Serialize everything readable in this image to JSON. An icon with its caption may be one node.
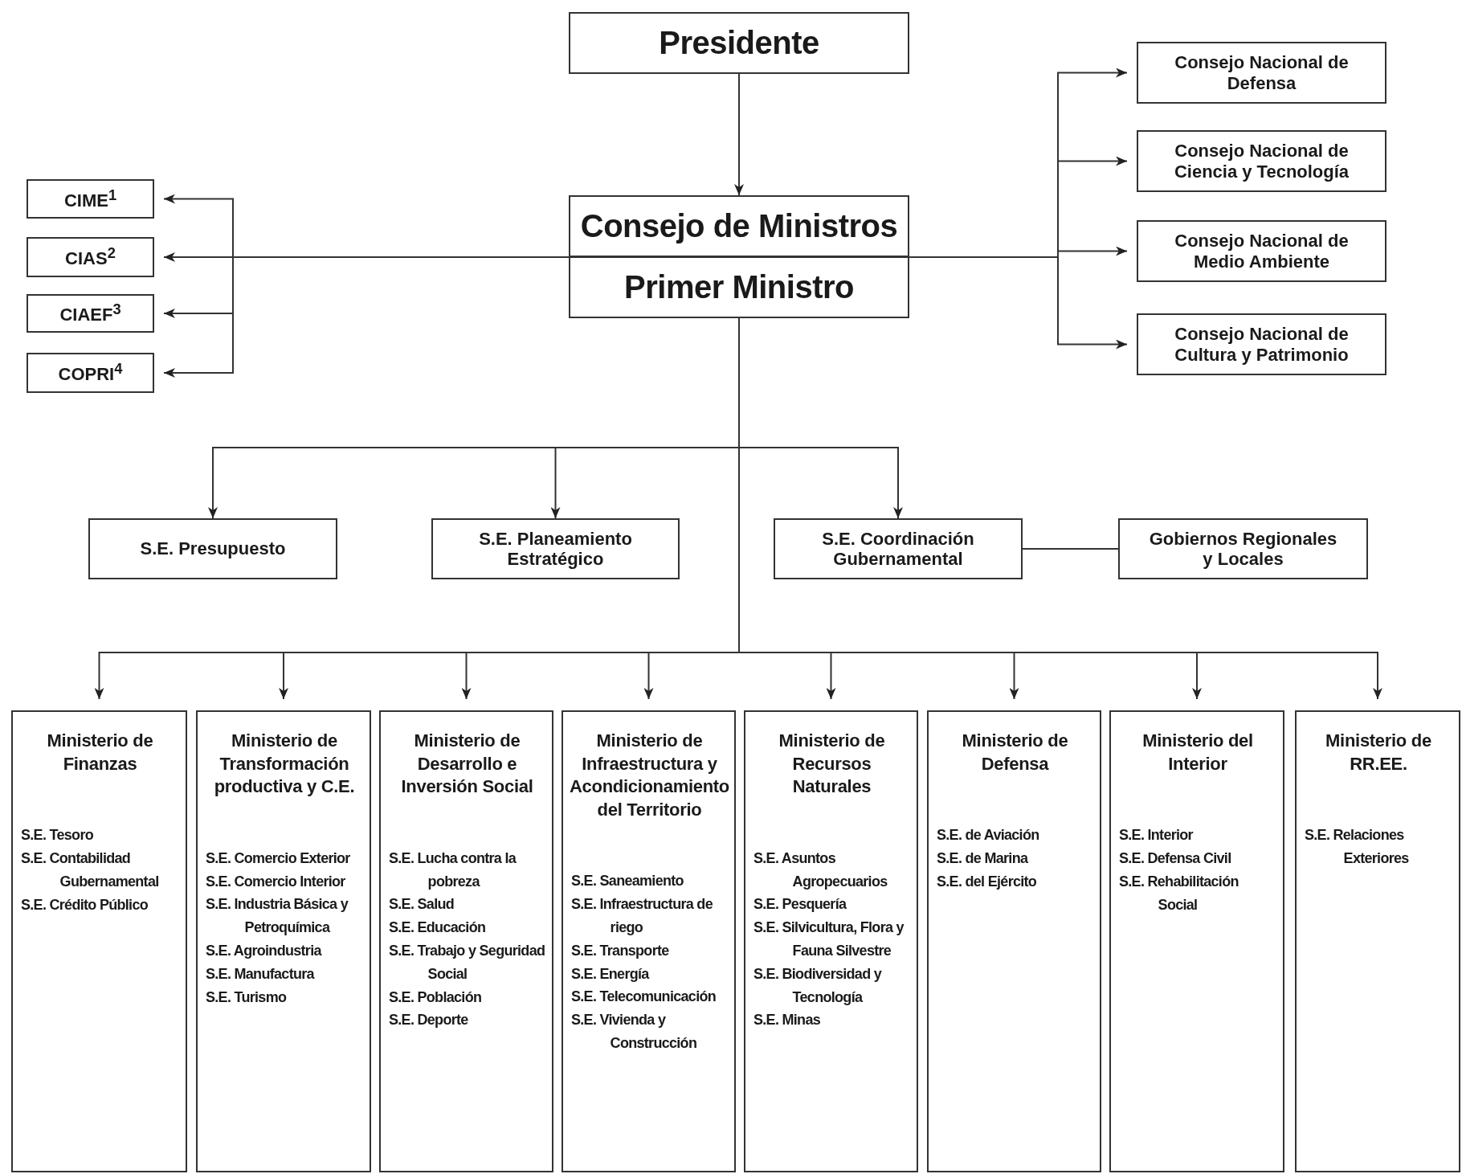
{
  "diagram": {
    "nodes": [
      {
        "text": [
          "Presidente"
        ]
      },
      {
        "text": [
          "Consejo de Ministros"
        ]
      },
      {
        "text": [
          "Primer Ministro"
        ]
      },
      {
        "text": [
          "CIME$^{1}$"
        ]
      },
      {
        "text": [
          "CIAS$^{2}$"
        ]
      },
      {
        "text": [
          "CIAEF$^{3}$"
        ]
      },
      {
        "text": [
          "COPRI$^{4}$"
        ]
      },
      {
        "text": [
          "Consejo Nacional de Defensa"
        ]
      },
      {
        "text": [
          "Consejo Nacional de Ciencia y Tecnología"
        ]
      },
      {
        "text": [
          "Consejo Nacional de Medio Ambiente"
        ]
      },
      {
        "text": [
          "Consejo Nacional de Cultura y Patrimonio"
        ]
      },
      {
        "text": [
          "S.E. Presupuesto"
        ]
      },
      {
        "text": [
          "S.E. Planeamiento Estratégico"
        ]
      },
      {
        "text": [
          "S.E. Coordinación Gubernamental"
        ]
      },
      {
        "text": [
          "Gobiernos Regionales y Locales"
        ]
      },
      {
        "text": [
          "Ministerio de Finanzas",
          "S.E. Tesoro",
          "S.E. Contabilidad Gubernamental",
          "S.E. Crédito Público"
        ]
      },
      {
        "text": [
          "Ministerio de Transformación productiva y C.E.",
          "S.E. Comercio Exterior",
          "S.E. Comercio Interior",
          "S.E. Industria Básica y Petroquímica",
          "S.E. Agroindustria",
          "S.E. Manufactura",
          "S.E. Turismo"
        ]
      },
      {
        "text": [
          "Ministerio de Desarrollo e Inversión Social",
          "S.E. Lucha contra la pobreza",
          "S.E. Salud",
          "S.E. Educación",
          "S.E. Trabajo y Seguridad Social",
          "S.E. Población",
          "S.E. Deporte"
        ]
      },
      {
        "text": [
          "Ministerio de Infraestructura y Acondicionamiento del Territorio",
          "S.E. Saneamiento",
          "S.E. Infraestructura de riego",
          "S.E. Transporte",
          "S.E. Energía",
          "S.E. Telecomunicación",
          "S.E. Vivienda y Construcción"
        ]
      },
      {
        "text": [
          "Ministerio de Recursos Naturales",
          "S.E. Asuntos Agropecuarios",
          "S.E. Pesquería",
          "S.E. Silvicultura, Flora y Fauna Silvestre",
          "S.E. Biodiversidad y Tecnología",
          "S.E. Minas"
        ]
      },
      {
        "text": [
          "Ministerio de Defensa",
          "S.E. de Aviación",
          "S.E. de Marina",
          "S.E. del Ejército"
        ]
      },
      {
        "text": [
          "Ministerio del Interior",
          "S.E. Interior",
          "S.E. Defensa Civil",
          "S.E. Rehabilitación Social"
        ]
      },
      {
        "text": [
          "Ministerio de RR.EE.",
          "S.E. Relaciones Exteriores"
        ]
      }
    ],
    "edges": [
      {
        "from": 0,
        "to": 1,
        "arrow": "to"
      },
      {
        "from": 1,
        "to": 3,
        "arrow": "to"
      },
      {
        "from": 1,
        "to": 4,
        "arrow": "to"
      },
      {
        "from": 1,
        "to": 5,
        "arrow": "to"
      },
      {
        "from": 1,
        "to": 6,
        "arrow": "to"
      },
      {
        "from": 1,
        "to": 7,
        "arrow": "to"
      },
      {
        "from": 1,
        "to": 8,
        "arrow": "to"
      },
      {
        "from": 1,
        "to": 9,
        "arrow": "to"
      },
      {
        "from": 1,
        "to": 10,
        "arrow": "to"
      },
      {
        "from": 2,
        "to": 11,
        "arrow": "to"
      },
      {
        "from": 2,
        "to": 12,
        "arrow": "to"
      },
      {
        "from": 2,
        "to": 13,
        "arrow": "to"
      },
      {
        "from": 13,
        "to": 14,
        "arrow": "none"
      },
      {
        "from": 2,
        "to": 15,
        "arrow": "to"
      },
      {
        "from": 2,
        "to": 16,
        "arrow": "to"
      },
      {
        "from": 2,
        "to": 17,
        "arrow": "to"
      },
      {
        "from": 2,
        "to": 18,
        "arrow": "to"
      },
      {
        "from": 2,
        "to": 19,
        "arrow": "to"
      },
      {
        "from": 2,
        "to": 20,
        "arrow": "to"
      },
      {
        "from": 2,
        "to": 21,
        "arrow": "to"
      },
      {
        "from": 2,
        "to": 22,
        "arrow": "to"
      }
    ]
  }
}
